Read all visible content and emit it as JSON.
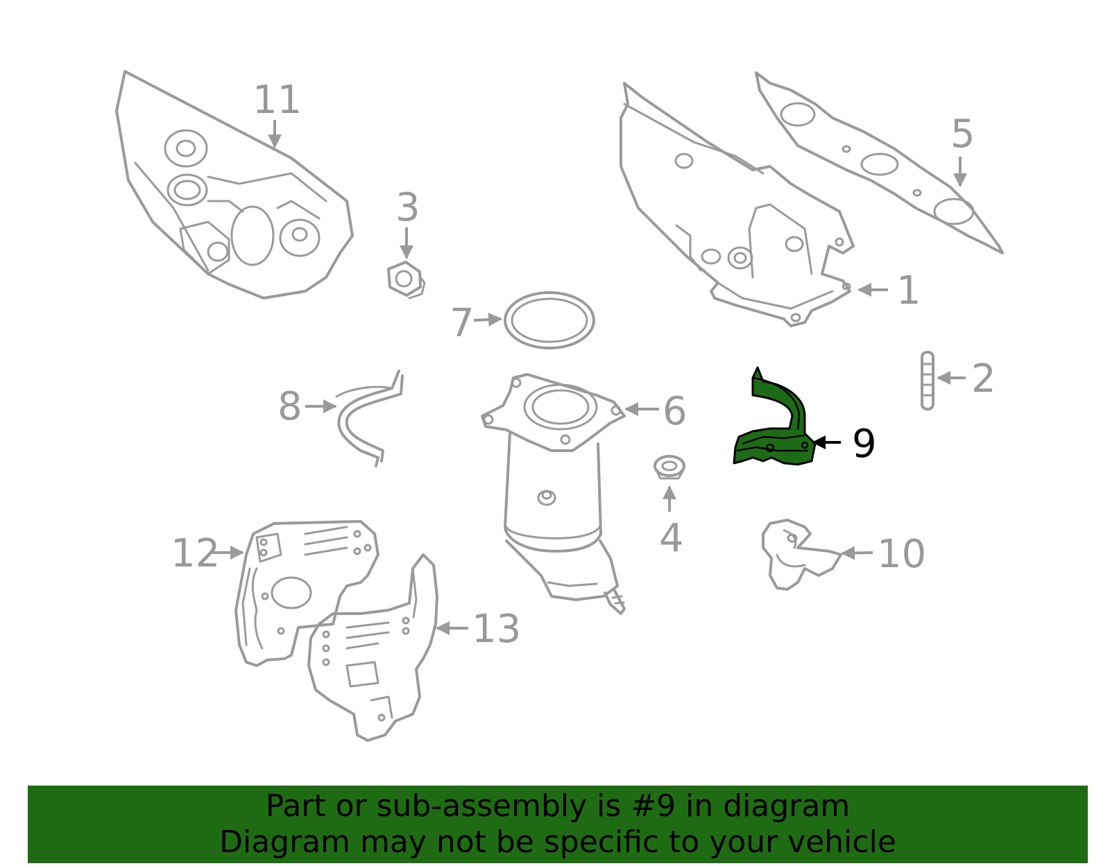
{
  "colors": {
    "part_outline": "#9a9a9a",
    "highlight_fill": "#1e6b17",
    "banner_background": "#1f6b14",
    "banner_text": "#000000",
    "highlight_label": "#000000"
  },
  "diagram": {
    "highlighted_part": "9",
    "callouts": [
      "1",
      "2",
      "3",
      "4",
      "5",
      "6",
      "7",
      "8",
      "9",
      "10",
      "11",
      "12",
      "13"
    ]
  },
  "footer": {
    "line1": "Part or sub-assembly is #9 in diagram",
    "line2": "Diagram may not be specific to your vehicle"
  }
}
